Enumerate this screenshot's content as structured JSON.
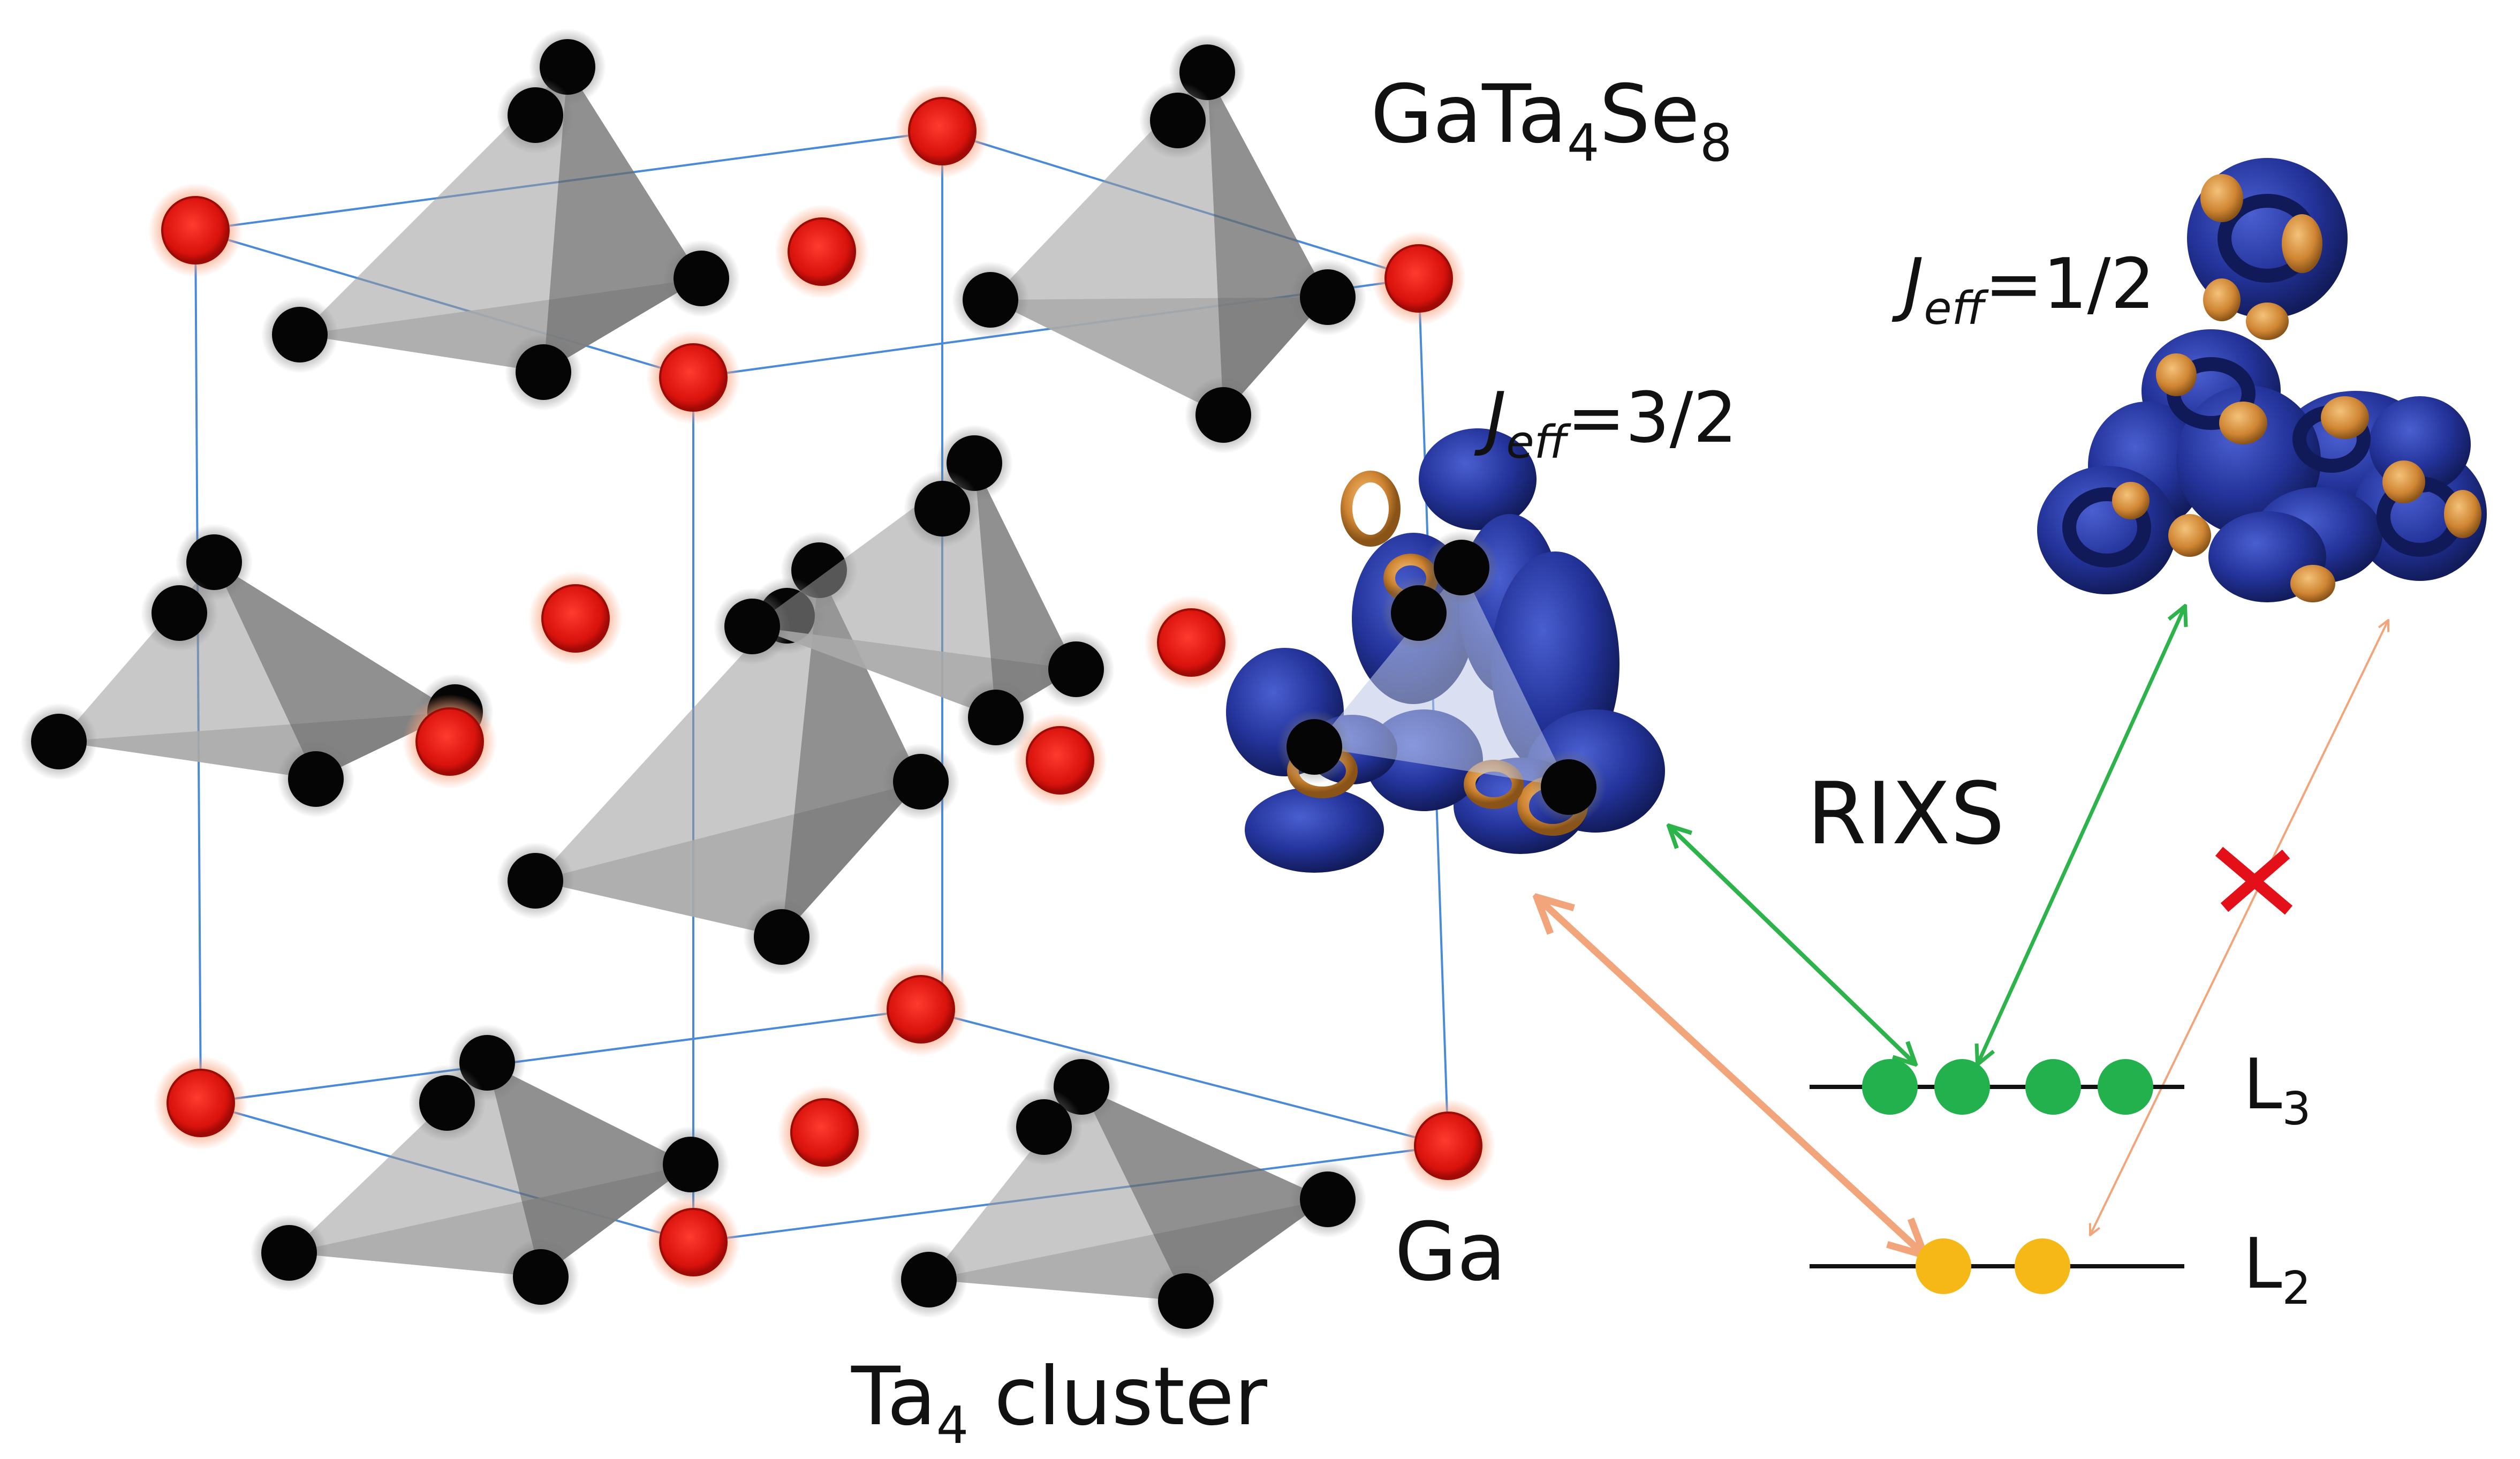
{
  "labels": {
    "compound": {
      "base1": "GaTa",
      "sub1": "4",
      "base2": "Se",
      "sub2": "8"
    },
    "jeff_32": {
      "j": "J",
      "sub": "eff",
      "val": "=3/2"
    },
    "jeff_12": {
      "j": "J",
      "sub": "eff",
      "val": "=1/2"
    },
    "rixs": "RIXS",
    "ga": "Ga",
    "cluster": {
      "base": "Ta",
      "sub": "4",
      "rest": " cluster"
    },
    "l3": {
      "base": "L",
      "sub": "3"
    },
    "l2": {
      "base": "L",
      "sub": "2"
    }
  },
  "colors": {
    "ga_atom": "#e8150f",
    "ga_glow": "#f7a07a",
    "ta_atom": "#050505",
    "cluster_face": "#bdbdbd",
    "cell_line": "#4a8ad8",
    "orbital_blue": "#1f2f8f",
    "orbital_gold": "#d28a38",
    "rixs_green": "#2cb34a",
    "rixs_orange": "#f2a57a",
    "level_green": "#22b14c",
    "level_yellow": "#f6b817",
    "forbidden_x": "#e3101a"
  },
  "levels": {
    "L3_electrons": 4,
    "L2_electrons": 2
  }
}
